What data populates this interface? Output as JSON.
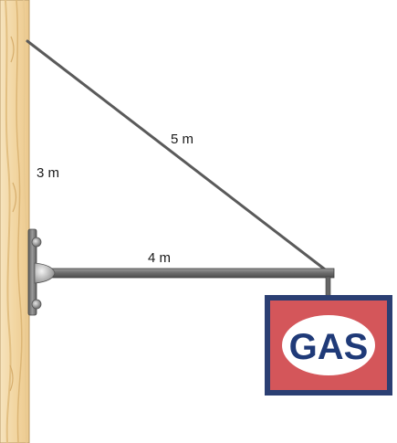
{
  "diagram": {
    "wire_length_label": "5 m",
    "wall_height_label": "3 m",
    "beam_length_label": "4 m",
    "sign_text": "GAS"
  },
  "colors": {
    "wall_wood": "#f2d9a8",
    "wall_grain": "#e3c084",
    "beam": "#6e6e6e",
    "wire": "#5a5a5a",
    "bracket": "#8a8a8a",
    "sign_border": "#2b3f73",
    "sign_red": "#d4565a",
    "sign_oval": "#ffffff",
    "sign_text": "#1f3a78"
  }
}
